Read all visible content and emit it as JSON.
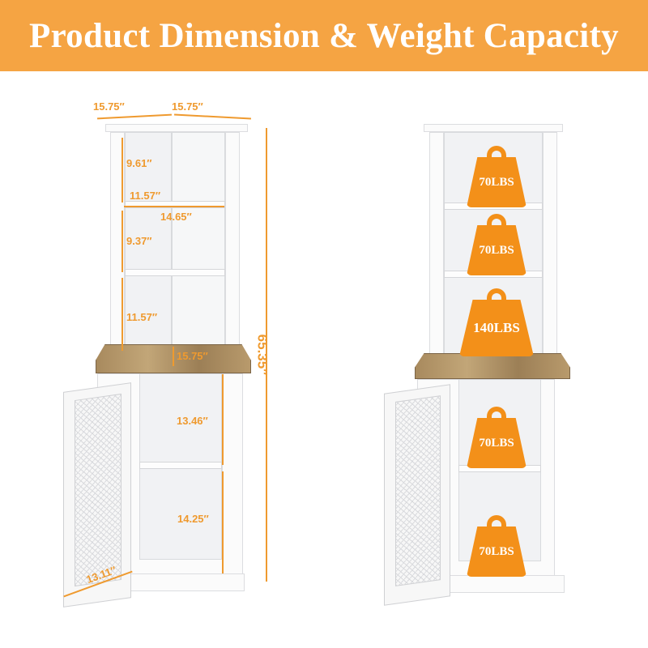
{
  "banner": {
    "title": "Product Dimension & Weight Capacity",
    "color": "#f5a443"
  },
  "dimensions": {
    "top_width_left": "15.75″",
    "top_width_right": "15.75″",
    "shelf1_height": "9.61″",
    "shelf_depth": "11.57″",
    "shelf_width": "14.65″",
    "shelf2_height": "9.37″",
    "shelf3_height": "11.57″",
    "countertop_depth": "15.75″",
    "total_height": "65.35″",
    "lower_shelf1_height": "13.46″",
    "lower_shelf2_height": "14.25″",
    "door_width": "13.11″",
    "accent_color": "#ef9a2f"
  },
  "weights": [
    {
      "label": "70LBS"
    },
    {
      "label": "70LBS"
    },
    {
      "label": "140LBS"
    },
    {
      "label": "70LBS"
    },
    {
      "label": "70LBS"
    }
  ],
  "weight_color": "#f39019"
}
